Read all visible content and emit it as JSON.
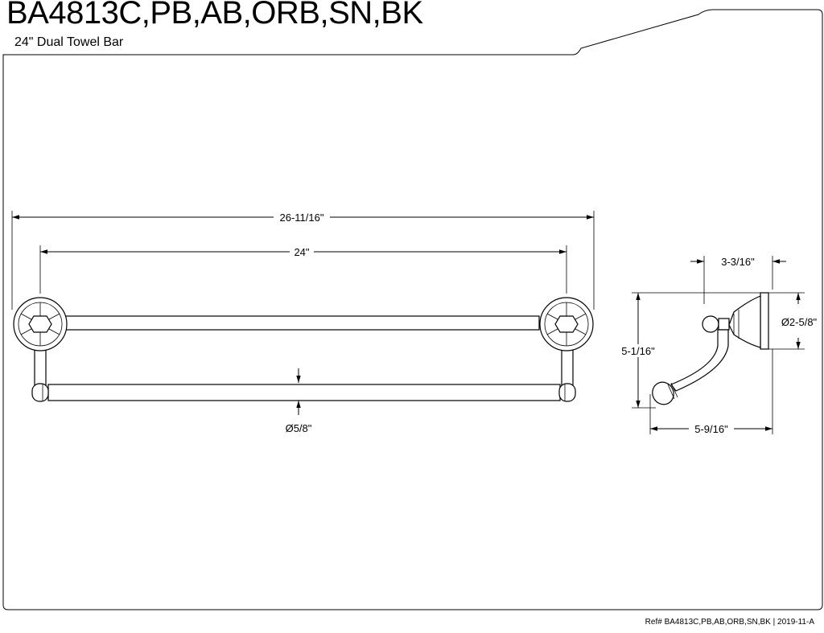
{
  "header": {
    "model": "BA4813C,PB,AB,ORB,SN,BK",
    "description": "24\"  Dual Towel Bar"
  },
  "front_view": {
    "overall_width": "26-11/16\"",
    "bar_length": "24\"",
    "bar_diameter": "Ø5/8\""
  },
  "side_view": {
    "projection_top": "3-3/16\"",
    "flange_diameter": "Ø2-5/8\"",
    "height": "5-1/16\"",
    "projection_bottom": "5-9/16\""
  },
  "footer": {
    "ref": "Ref# BA4813C,PB,AB,ORB,SN,BK",
    "revision": "2019-11-A"
  }
}
